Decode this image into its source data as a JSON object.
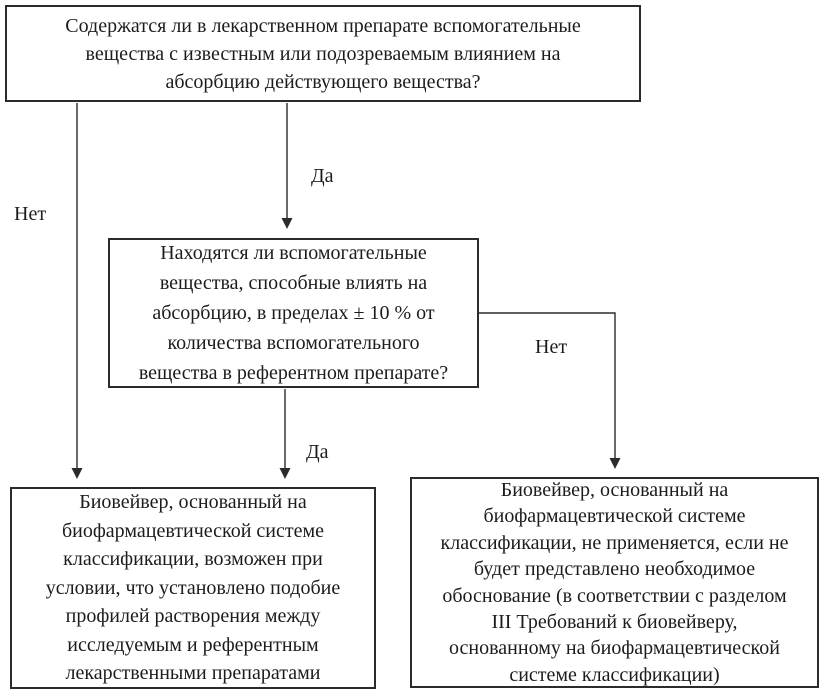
{
  "diagram": {
    "language": "ru",
    "nodes": {
      "q1": {
        "role": "question",
        "text": "Содержатся ли в лекарственном препарате вспомогательные\nвещества с известным или подозреваемым влиянием на\nабсорбцию действующего вещества?"
      },
      "q2": {
        "role": "question",
        "text": "Находятся ли вспомогательные\nвещества, способные влиять на\nабсорбцию, в пределах ± 10 % от\nколичества вспомогательного\nвещества в референтном препарате?"
      },
      "outcome_possible": {
        "role": "outcome",
        "text": "Биовейвер, основанный на\nбиофармацевтической системе\nклассификации, возможен при\nусловии, что установлено подобие\nпрофилей растворения между\nисследуемым и референтным\nлекарственными препаратами"
      },
      "outcome_not_applicable": {
        "role": "outcome",
        "text": "Биовейвер, основанный на\nбиофармацевтической системе\nклассификации, не применяется, если не\nбудет представлено необходимое\nобоснование (в соответствии с разделом\nIII Требований к биовейверу,\nоснованному на биофармацевтической\nсистеме классификации)"
      }
    },
    "edges": {
      "q1_yes": {
        "label": "Да",
        "from": "q1",
        "to": "q2"
      },
      "q1_no": {
        "label": "Нет",
        "from": "q1",
        "to": "outcome_possible"
      },
      "q2_yes": {
        "label": "Да",
        "from": "q2",
        "to": "outcome_possible"
      },
      "q2_no": {
        "label": "Нет",
        "from": "q2",
        "to": "outcome_not_applicable"
      }
    },
    "colors": {
      "ink": "#2b2b2b",
      "text": "#1c1c1c",
      "background": "#ffffff"
    }
  }
}
